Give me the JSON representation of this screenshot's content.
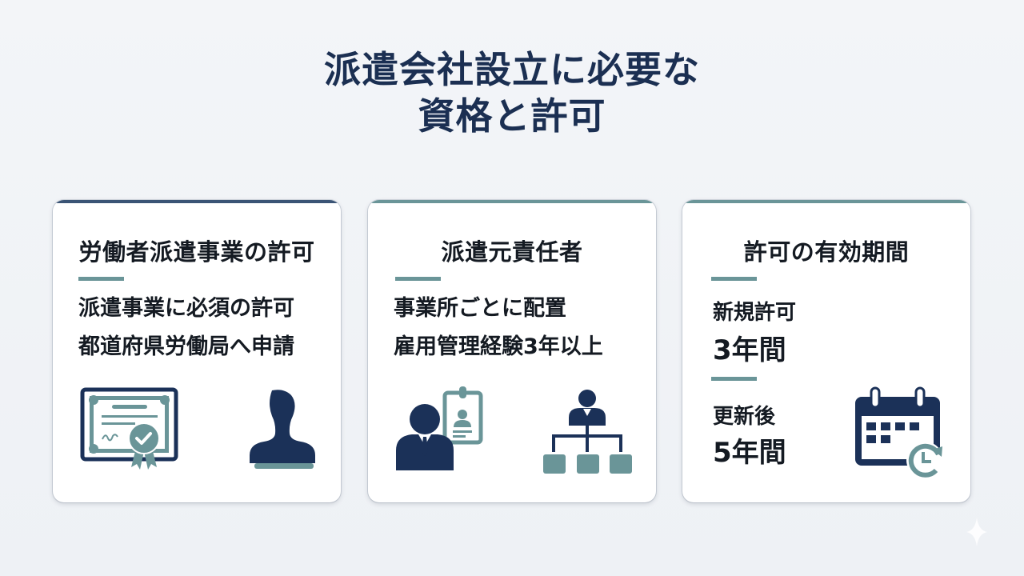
{
  "title": {
    "line1": "派遣会社設立に必要な",
    "line2": "資格と許可"
  },
  "cards": [
    {
      "title": "労働者派遣事業の許可",
      "lines": [
        "派遣事業に必須の許可",
        "都道府県労働局へ申請"
      ],
      "icons": [
        "certificate-icon",
        "stamp-icon"
      ]
    },
    {
      "title": "派遣元責任者",
      "lines": [
        "事業所ごとに配置",
        "雇用管理経験3年以上"
      ],
      "icons": [
        "person-id-badge-icon",
        "org-chart-icon"
      ]
    },
    {
      "title": "許可の有効期間",
      "periods": [
        {
          "label": "新規許可",
          "value": "3年間"
        },
        {
          "label": "更新後",
          "value": "5年間"
        }
      ],
      "icons": [
        "calendar-renew-icon"
      ]
    }
  ],
  "colors": {
    "navy": "#1b3158",
    "teal": "#6a9598",
    "card_top_navy": "#3a5475",
    "background": "#f1f3f7"
  }
}
